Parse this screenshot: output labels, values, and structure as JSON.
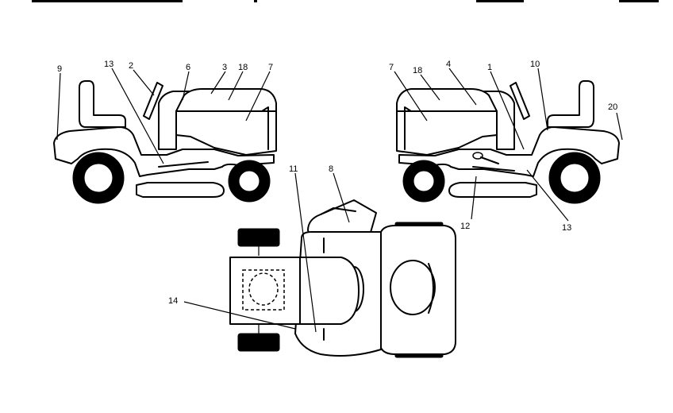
{
  "header": {
    "left": "...",
    "right": "..."
  },
  "callouts": {
    "left_view": [
      "9",
      "13",
      "2",
      "6",
      "3",
      "18",
      "7"
    ],
    "right_view": [
      "7",
      "18",
      "4",
      "1",
      "10",
      "20",
      "12",
      "13"
    ],
    "top_view": [
      "11",
      "8",
      "14"
    ]
  },
  "labels": {
    "l9": "9",
    "l13a": "13",
    "l2": "2",
    "l6": "6",
    "l3": "3",
    "l18a": "18",
    "l7a": "7",
    "r7": "7",
    "r18": "18",
    "r4": "4",
    "r1": "1",
    "r10": "10",
    "r20": "20",
    "r12": "12",
    "r13": "13",
    "t11": "11",
    "t8": "8",
    "t14": "14"
  }
}
